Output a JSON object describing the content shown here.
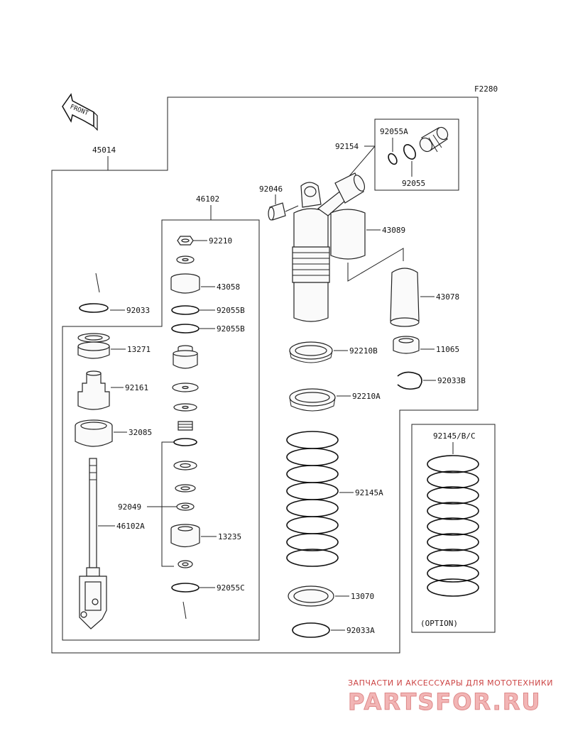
{
  "figure_code": "F2280",
  "front_arrow_text": "FRONT",
  "option_note": "(OPTION)",
  "watermark": {
    "tagline": "ЗАПЧАСТИ И АКСЕССУАРЫ ДЛЯ МОТОТЕХНИКИ",
    "brand": "PARTSFOR.RU"
  },
  "parts": {
    "p45014": "45014",
    "p46102": "46102",
    "p92210": "92210",
    "p43058": "43058",
    "p92033": "92033",
    "p92055B_1": "92055B",
    "p92055B_2": "92055B",
    "p13271": "13271",
    "p92161": "92161",
    "p32085": "32085",
    "p92049": "92049",
    "p46102A": "46102A",
    "p13235": "13235",
    "p92055C": "92055C",
    "p92055A": "92055A",
    "p92154": "92154",
    "p92055": "92055",
    "p92046": "92046",
    "p43089": "43089",
    "p43078": "43078",
    "p92210B": "92210B",
    "p11065": "11065",
    "p92033B": "92033B",
    "p92210A": "92210A",
    "p92145A": "92145A",
    "p13070": "13070",
    "p92033A": "92033A",
    "p92145BC": "92145/B/C"
  }
}
